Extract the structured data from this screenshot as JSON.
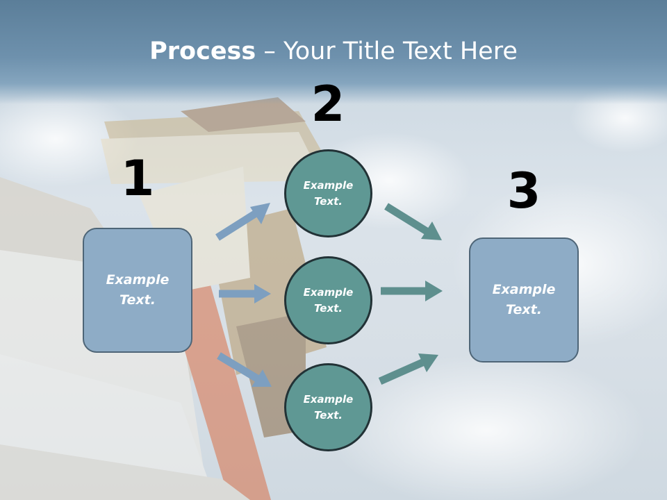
{
  "slide": {
    "title_bold": "Process",
    "title_rest": " – Your Title Text Here"
  },
  "steps": [
    {
      "number": "1",
      "label": "Example Text."
    },
    {
      "number": "2",
      "circles": [
        "Example Text.",
        "Example Text.",
        "Example Text."
      ]
    },
    {
      "number": "3",
      "label": "Example Text."
    }
  ],
  "colors": {
    "box_fill": "#8eacc6",
    "circle_fill": "#5f9894",
    "arrow_blue": "#7d9fc0",
    "arrow_teal": "#5e8f8e",
    "title_band": "#5b7e99"
  }
}
